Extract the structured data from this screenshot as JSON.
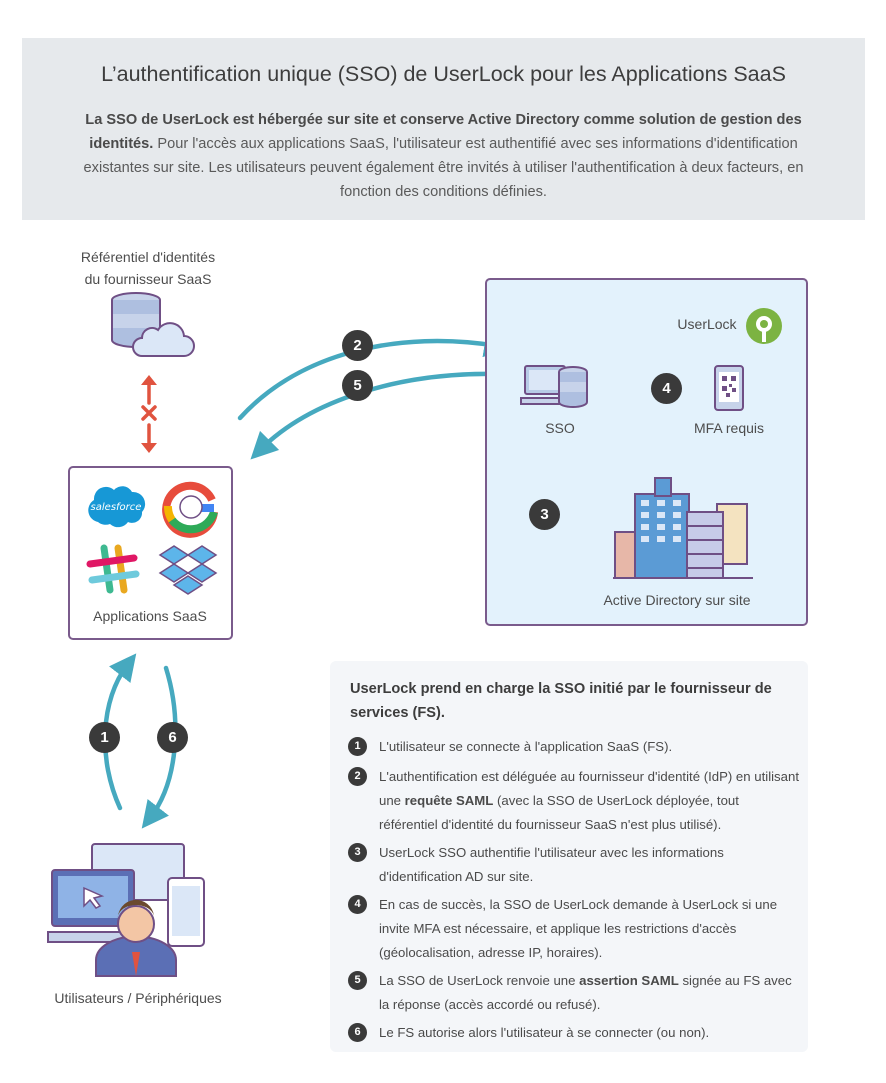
{
  "header": {
    "title": "L’authentification unique (SSO) de UserLock pour les Applications SaaS",
    "intro_bold": "La SSO de UserLock est hébergée sur site et conserve Active Directory comme solution de gestion des identités.",
    "intro_rest": " Pour l'accès aux applications SaaS, l'utilisateur est authentifié avec ses informations d'identification existantes sur site. Les utilisateurs peuvent également être invités à utiliser l'authentification à deux facteurs, en fonction des conditions définies."
  },
  "diagram": {
    "idp_label_1": "Référentiel d'identités",
    "idp_label_2": "du fournisseur SaaS",
    "saas_label": "Applications SaaS",
    "salesforce_text": "salesforce",
    "sso_label": "SSO",
    "userlock_label": "UserLock",
    "mfa_label": "MFA requis",
    "ad_label": "Active Directory sur site",
    "users_label": "Utilisateurs / Périphériques",
    "steps": [
      "1",
      "2",
      "3",
      "4",
      "5",
      "6"
    ]
  },
  "panel": {
    "title": "UserLock prend en charge la SSO initié par le fournisseur de services (FS).",
    "items": [
      {
        "num": "1",
        "pre": "L'utilisateur se connecte à l'application SaaS (FS).",
        "bold": "",
        "post": ""
      },
      {
        "num": "2",
        "pre": "L'authentification est déléguée au fournisseur d'identité (IdP) en utilisant une ",
        "bold": "requête SAML",
        "post": " (avec la SSO de UserLock déployée, tout référentiel d'identité du fournisseur SaaS n'est plus utilisé)."
      },
      {
        "num": "3",
        "pre": "UserLock SSO authentifie l'utilisateur avec les informations d'identification AD sur site.",
        "bold": "",
        "post": ""
      },
      {
        "num": "4",
        "pre": "En cas de succès, la SSO de UserLock demande à UserLock si une invite MFA est nécessaire, et applique les restrictions d'accès (géolocalisation, adresse IP, horaires).",
        "bold": "",
        "post": ""
      },
      {
        "num": "5",
        "pre": "La SSO de UserLock renvoie une ",
        "bold": "assertion SAML",
        "post": " signée au FS avec la réponse (accès accordé ou refusé)."
      },
      {
        "num": "6",
        "pre": "Le FS autorise alors l'utilisateur à se connecter (ou non).",
        "bold": "",
        "post": ""
      }
    ]
  },
  "colors": {
    "arrow": "#46a9bf",
    "box_border": "#7a5b8c",
    "site_bg": "#e3f2fc",
    "header_bg": "#e6e9ec",
    "blocked": "#e0533f",
    "step_bg": "#3a3a3a"
  }
}
